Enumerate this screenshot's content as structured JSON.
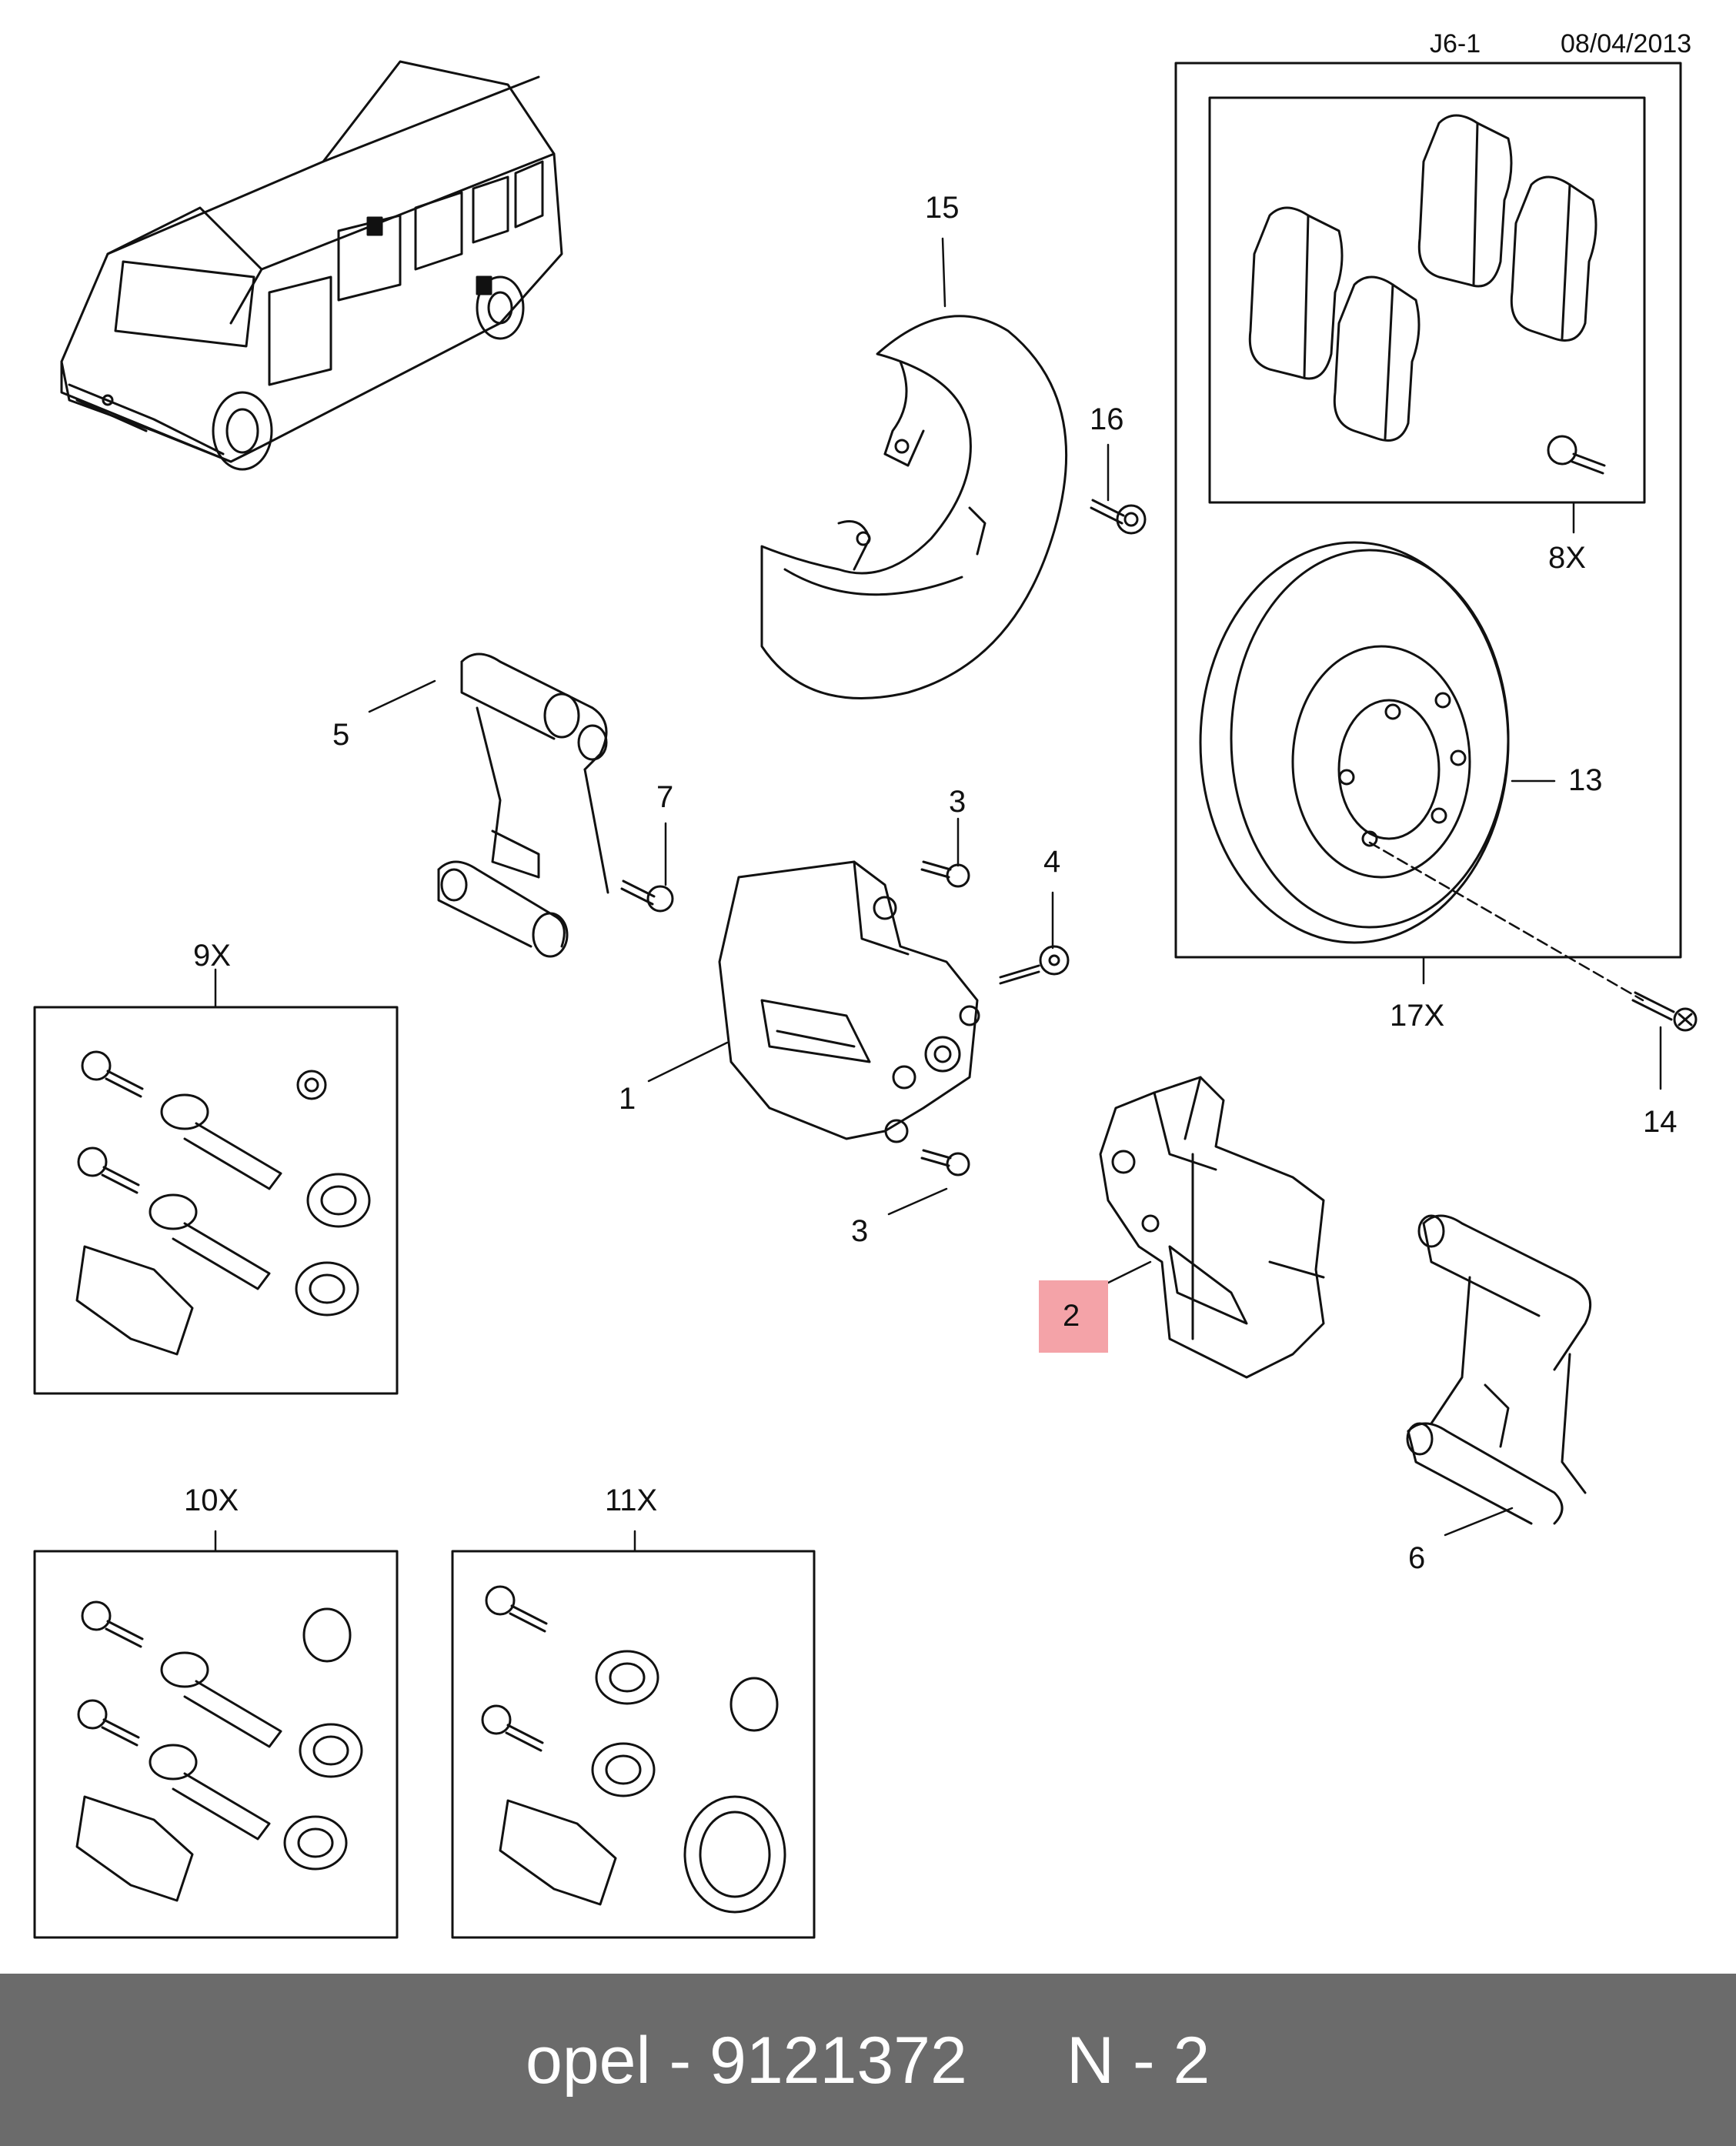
{
  "header": {
    "page_code": "J6-1",
    "date": "08/04/2013"
  },
  "callouts": {
    "c1": "1",
    "c2": "2",
    "c3a": "3",
    "c3b": "3",
    "c4": "4",
    "c5": "5",
    "c6": "6",
    "c7": "7",
    "c8": "8X",
    "c9": "9X",
    "c10": "10X",
    "c11": "11X",
    "c13": "13",
    "c14": "14",
    "c15": "15",
    "c16": "16",
    "c17": "17X"
  },
  "highlighted_callout": "2",
  "colors": {
    "highlight": "#f4a3a8",
    "footer_bg": "#6b6b6b",
    "footer_text": "#ffffff",
    "line": "#111111"
  },
  "footer": {
    "part_text": "opel - 9121372",
    "position_text": "N - 2"
  }
}
